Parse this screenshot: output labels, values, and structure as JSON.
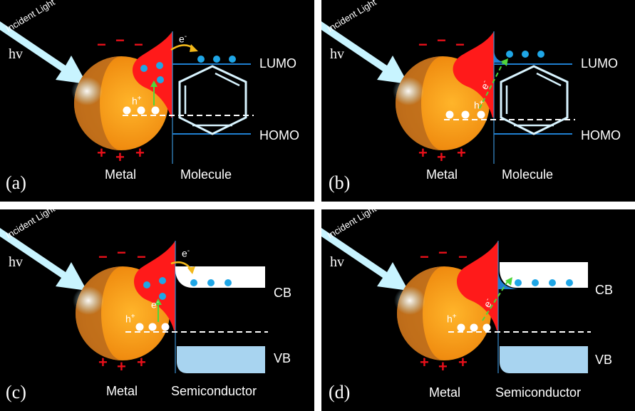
{
  "panels": {
    "a": {
      "label": "(a)",
      "incident": "Incident Light",
      "hv": "hv",
      "electron": "e",
      "hole": "h",
      "metal": "Metal",
      "right": "Molecule",
      "top_level": "LUMO",
      "bottom_level": "HOMO"
    },
    "b": {
      "label": "(b)",
      "incident": "Incident Light",
      "hv": "hv",
      "electron": "e",
      "hole": "h",
      "metal": "Metal",
      "right": "Molecule",
      "top_level": "LUMO",
      "bottom_level": "HOMO"
    },
    "c": {
      "label": "(c)",
      "incident": "Incident Light",
      "hv": "hv",
      "electron": "e",
      "hole": "h",
      "metal": "Metal",
      "right": "Semiconductor",
      "top_level": "CB",
      "bottom_level": "VB"
    },
    "d": {
      "label": "(d)",
      "incident": "Incident Light",
      "hv": "hv",
      "electron": "e",
      "hole": "h",
      "metal": "Metal",
      "right": "Semiconductor",
      "top_level": "CB",
      "bottom_level": "VB"
    }
  },
  "symbols": {
    "minus": "−",
    "plus": "+",
    "sup_minus": "-",
    "sup_plus": "+"
  },
  "colors": {
    "background": "#000000",
    "light_beam": "#c8f4ff",
    "sphere_orange": "#f59a14",
    "plasmon_red": "#ff1a1a",
    "electron_dot": "#1fa6e6",
    "hole_dot": "#ffffff",
    "level_line": "#1f7fd0",
    "charge_red": "#e8101a",
    "transfer_arrow_yellow": "#f2b81a",
    "transfer_arrow_green": "#4fd63a",
    "valence_band": "#a8d4f0"
  }
}
